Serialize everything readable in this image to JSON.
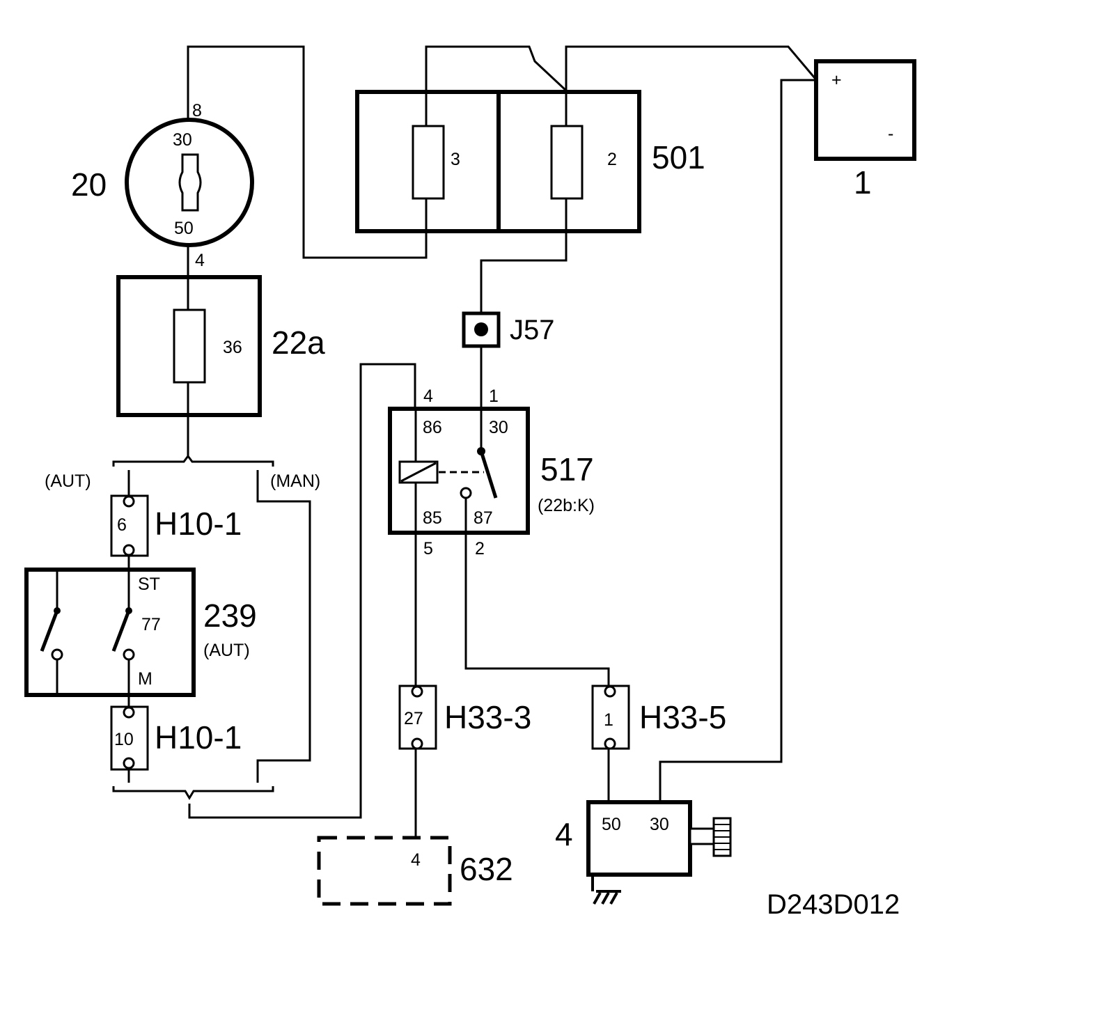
{
  "ignition_switch": {
    "ref": "20",
    "pin_top": "8",
    "term_30": "30",
    "term_50": "50",
    "pin_bottom": "4"
  },
  "fuse_box_22a": {
    "ref": "22a",
    "fuse": "36"
  },
  "fuse_box_501": {
    "ref": "501",
    "fuse_left": "3",
    "fuse_right": "2"
  },
  "battery": {
    "ref": "1",
    "plus": "+",
    "minus": "-"
  },
  "junction": {
    "ref": "J57"
  },
  "relay": {
    "ref": "517",
    "note": "(22b:K)",
    "pin_top_left": "4",
    "pin_top_right": "1",
    "term_86": "86",
    "term_30": "30",
    "term_85": "85",
    "term_87": "87",
    "pin_bottom_left": "5",
    "pin_bottom_right": "2"
  },
  "branch_labels": {
    "aut": "(AUT)",
    "man": "(MAN)"
  },
  "connector_h10_top": {
    "ref": "H10-1",
    "pin": "6"
  },
  "connector_h10_bottom": {
    "ref": "H10-1",
    "pin": "10"
  },
  "gear_switch": {
    "ref": "239",
    "note": "(AUT)",
    "term_st": "ST",
    "term_77": "77",
    "term_m": "M"
  },
  "connector_h33_3": {
    "ref": "H33-3",
    "pin": "27"
  },
  "connector_h33_5": {
    "ref": "H33-5",
    "pin": "1"
  },
  "control_unit": {
    "ref": "632",
    "pin": "4"
  },
  "starter_motor": {
    "ref": "4",
    "term_50": "50",
    "term_30": "30"
  },
  "diagram_code": "D243D012"
}
